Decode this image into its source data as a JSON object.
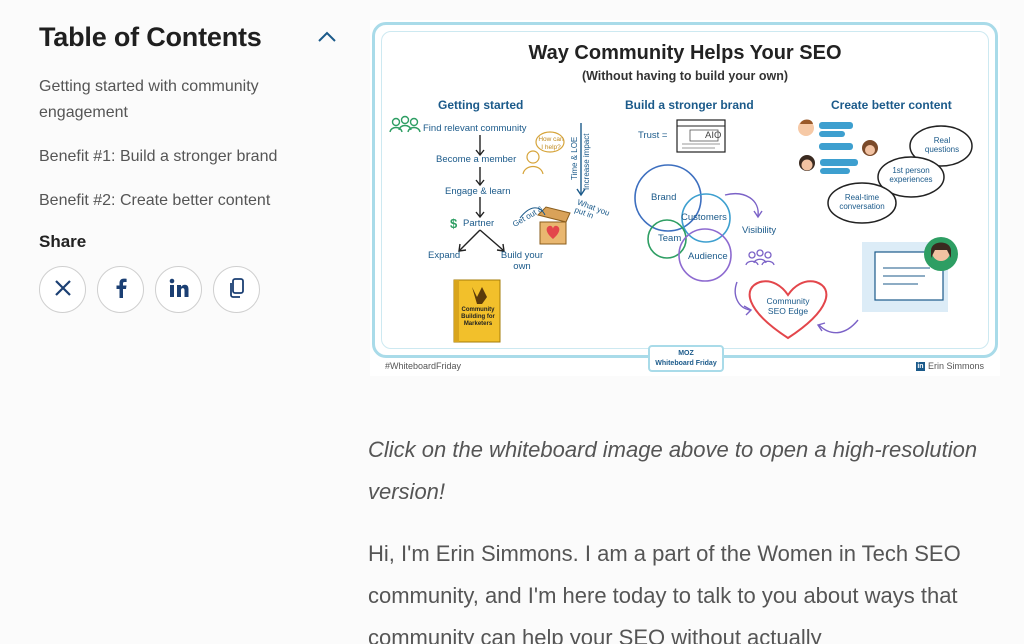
{
  "toc": {
    "title": "Table of Contents",
    "items": [
      {
        "label": "Getting started with community engagement"
      },
      {
        "label": "Benefit #1: Build a stronger brand"
      },
      {
        "label": "Benefit #2: Create better content"
      }
    ]
  },
  "share": {
    "label": "Share",
    "buttons": [
      "x-icon",
      "facebook-icon",
      "linkedin-icon",
      "copy-link-icon"
    ]
  },
  "whiteboard": {
    "title": "Way Community Helps Your SEO",
    "subtitle": "(Without having to build your own)",
    "columns": [
      "Getting started",
      "Build a stronger brand",
      "Create better content"
    ],
    "getting_started": {
      "step1": "Find relevant community",
      "step2": "Become a member",
      "step3": "Engage & learn",
      "step4": "Partner",
      "branch_left": "Expand",
      "branch_right": "Build your own",
      "help": "How can I help?",
      "time": "Time & LOE",
      "increase": "Increase impact",
      "get_out": "Get out &",
      "put_in": "What you put in",
      "book_title": "Community Building for Marketers"
    },
    "brand": {
      "trust": "Trust =",
      "aio": "AIO",
      "circles": [
        "Brand",
        "Customers",
        "Team",
        "Audience"
      ],
      "visibility": "Visibility",
      "edge": "Community SEO Edge"
    },
    "content": {
      "bubble1": "Real questions",
      "bubble2": "1st person experiences",
      "bubble3": "Real-time conversation"
    },
    "footer_left": "#WhiteboardFriday",
    "footer_brand": "MOZ",
    "footer_show": "Whiteboard Friday",
    "footer_right": "Erin Simmons"
  },
  "article": {
    "caption": "Click on the whiteboard image above to open a high-resolution version!",
    "paragraph": "Hi, I'm Erin Simmons. I am a part of the Women in Tech SEO community, and I'm here today to talk to you about ways that community can help your SEO without actually"
  },
  "colors": {
    "accent": "#1b5a8a",
    "frame": "#a9dbe9",
    "heart": "#e3464b",
    "green": "#2e9e63",
    "purple": "#7b62c7"
  }
}
